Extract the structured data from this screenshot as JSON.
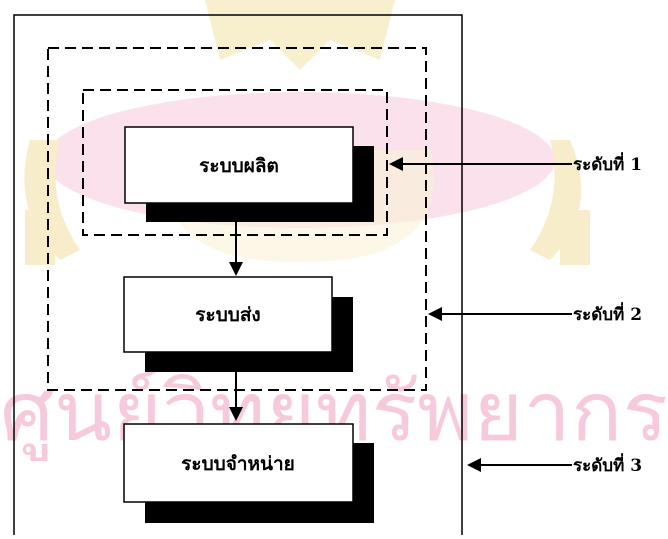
{
  "diagram": {
    "boxes": [
      {
        "id": "production",
        "label": "ระบบผลิต"
      },
      {
        "id": "transmission",
        "label": "ระบบส่ง"
      },
      {
        "id": "distribution",
        "label": "ระบบจำหน่าย"
      }
    ],
    "levels": [
      {
        "id": "level1",
        "label": "ระดับที่ 1"
      },
      {
        "id": "level2",
        "label": "ระดับที่ 2"
      },
      {
        "id": "level3",
        "label": "ระดับที่ 3"
      }
    ],
    "watermark_text": "ศูนย์วิทยทรัพยากร",
    "colors": {
      "line": "#000000",
      "box_fill": "#ffffff",
      "shadow": "#000000",
      "watermark_pink": "#f4b8d2",
      "watermark_gold": "#f2dfa0"
    }
  }
}
